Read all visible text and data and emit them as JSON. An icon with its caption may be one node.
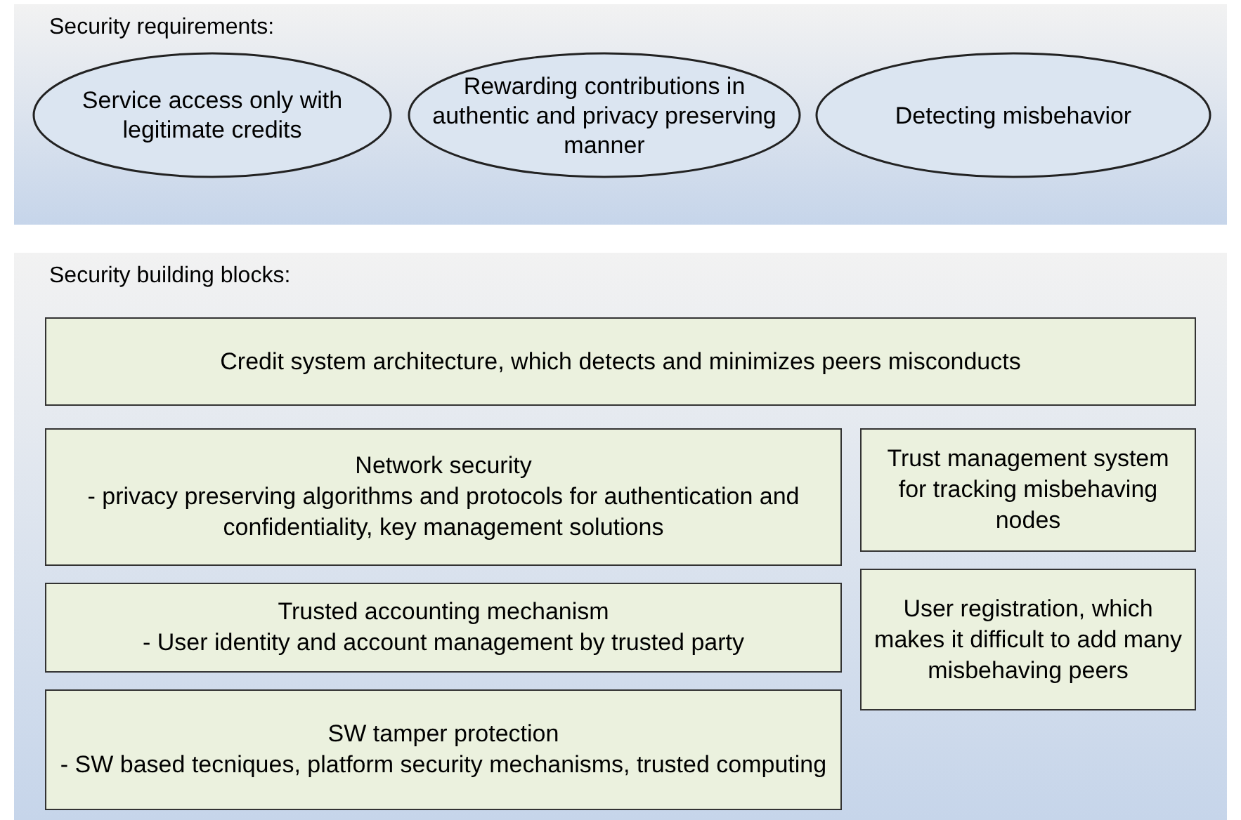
{
  "diagram": {
    "nodes": [
      {
        "text": [
          "Security requirements:"
        ]
      },
      {
        "text": [
          "Service access only with legitimate credits"
        ],
        "in": 0
      },
      {
        "text": [
          "Rewarding contributions in authentic and privacy preserving manner"
        ],
        "in": 0
      },
      {
        "text": [
          "Detecting misbehavior"
        ],
        "in": 0
      },
      {
        "text": [
          "Security building blocks:"
        ]
      },
      {
        "text": [
          "Credit system architecture, which detects and minimizes peers misconducts"
        ],
        "in": 4
      },
      {
        "text": [
          "Network security",
          "- privacy preserving algorithms and protocols for authentication and confidentiality, key management solutions"
        ],
        "in": 4
      },
      {
        "text": [
          "Trust management system for tracking misbehaving nodes"
        ],
        "in": 4
      },
      {
        "text": [
          "Trusted accounting mechanism",
          "- User identity and account management by trusted party"
        ],
        "in": 4
      },
      {
        "text": [
          "User registration, which makes it difficult to add many misbehaving peers"
        ],
        "in": 4
      },
      {
        "text": [
          "SW tamper protection",
          "- SW based tecniques, platform security mechanisms, trusted computing"
        ],
        "in": 4
      }
    ],
    "edges": []
  }
}
